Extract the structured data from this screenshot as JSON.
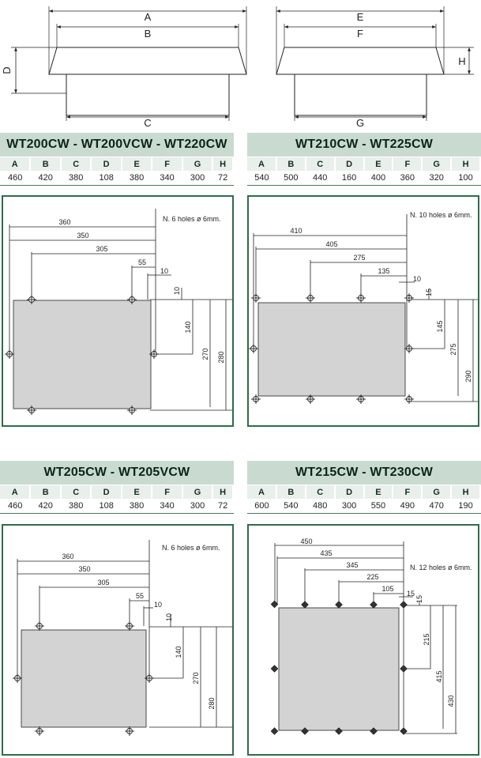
{
  "top_drawings": {
    "left": {
      "labels": [
        "A",
        "B",
        "C",
        "D"
      ]
    },
    "right": {
      "labels": [
        "E",
        "F",
        "G",
        "H"
      ]
    }
  },
  "table_headers": [
    "A",
    "B",
    "C",
    "D",
    "E",
    "F",
    "G",
    "H"
  ],
  "panels": [
    {
      "title": "WT200CW - WT200VCW - WT220CW",
      "values": [
        "460",
        "420",
        "380",
        "108",
        "380",
        "340",
        "300",
        "72"
      ],
      "holes_note": "N. 6 holes ø 6mm.",
      "dims": [
        "360",
        "350",
        "305",
        "55",
        "10",
        "10",
        "140",
        "270",
        "280"
      ]
    },
    {
      "title": "WT210CW - WT225CW",
      "values": [
        "540",
        "500",
        "440",
        "160",
        "400",
        "360",
        "320",
        "100"
      ],
      "holes_note": "N. 10 holes ø 6mm.",
      "dims": [
        "410",
        "405",
        "275",
        "135",
        "10",
        "15",
        "145",
        "275",
        "290"
      ]
    },
    {
      "title": "WT205CW - WT205VCW",
      "values": [
        "460",
        "420",
        "380",
        "108",
        "380",
        "340",
        "300",
        "72"
      ],
      "holes_note": "N. 6 holes ø 6mm.",
      "dims": [
        "360",
        "350",
        "305",
        "55",
        "10",
        "10",
        "140",
        "270",
        "280"
      ]
    },
    {
      "title": "WT215CW - WT230CW",
      "values": [
        "600",
        "540",
        "480",
        "300",
        "550",
        "490",
        "470",
        "190"
      ],
      "holes_note": "N. 12 holes ø 6mm.",
      "dims": [
        "450",
        "435",
        "345",
        "225",
        "105",
        "15",
        "15",
        "215",
        "415",
        "430"
      ]
    }
  ],
  "colors": {
    "title_bg": "#c9dbd1",
    "frame": "#2f6b4c",
    "plate": "#d3d3d3",
    "header_bg": "#e9efeb"
  }
}
